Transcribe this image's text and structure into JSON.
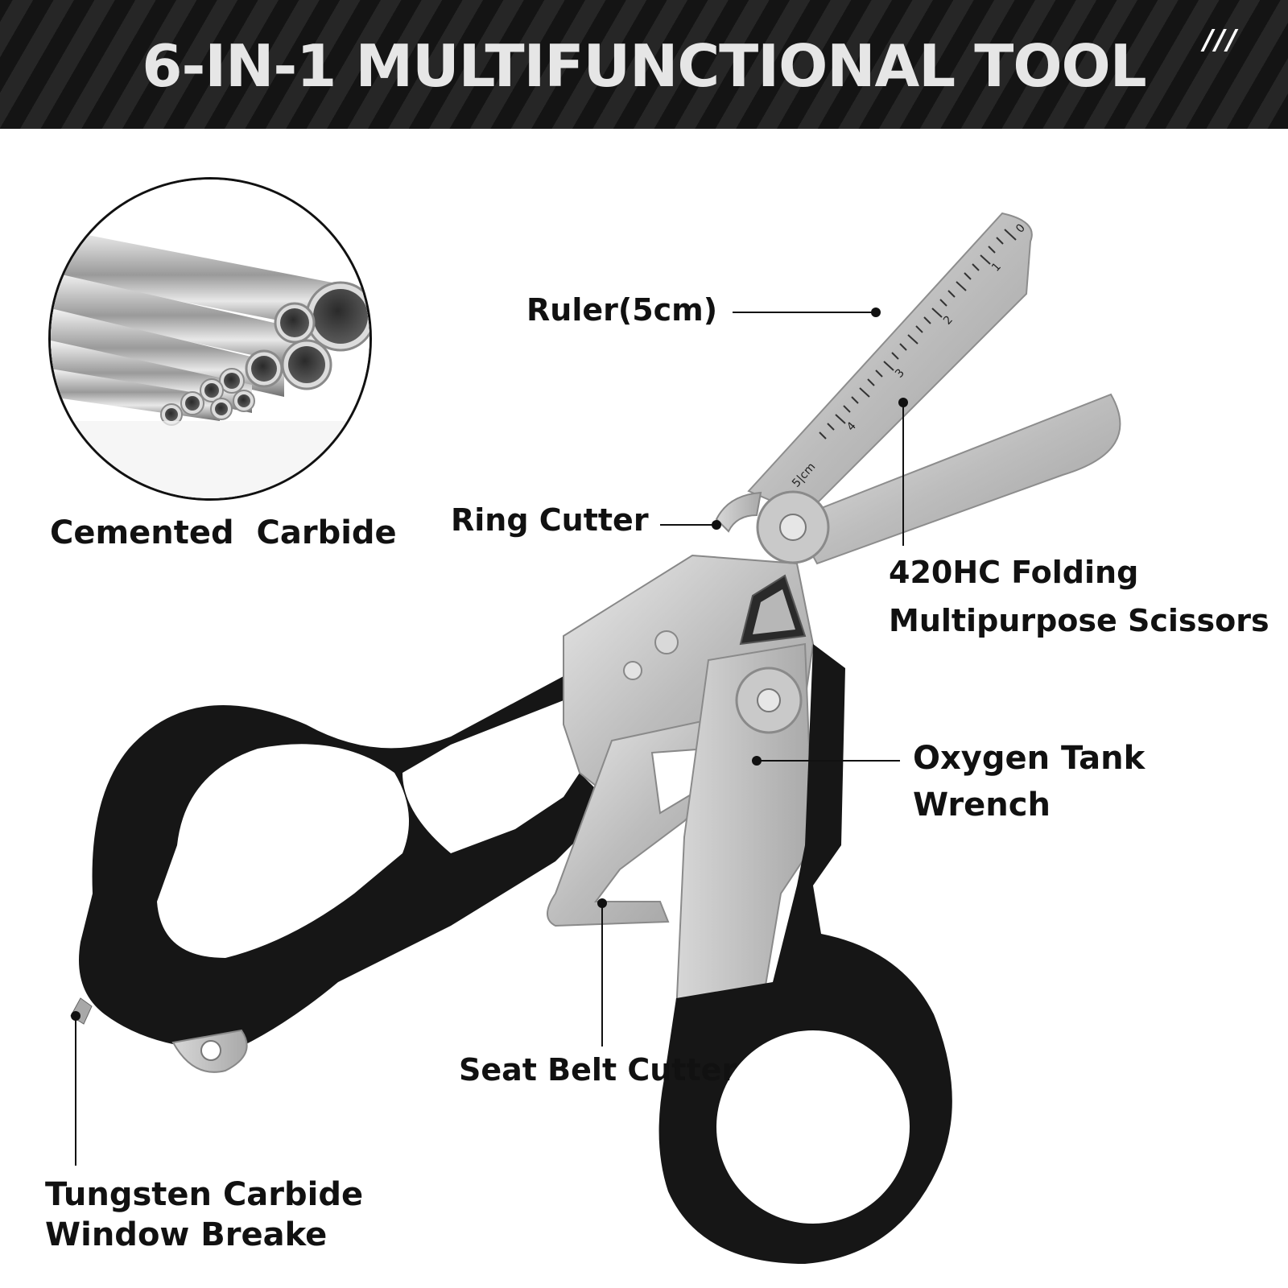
{
  "banner": {
    "title": "6-IN-1 MULTIFUNCTIONAL TOOL",
    "slashes": "///"
  },
  "inset": {
    "caption": "Cemented  Carbide",
    "icon": "steel-tubes-image"
  },
  "callouts": {
    "ruler": "Ruler(5cm)",
    "ring_cutter": "Ring Cutter",
    "scissors_line1": "420HC Folding",
    "scissors_line2": "Multipurpose Scissors",
    "wrench_line1": "Oxygen Tank",
    "wrench_line2": "Wrench",
    "seat_belt": "Seat Belt Cutter",
    "breaker_line1": "Tungsten Carbide",
    "breaker_line2": "Window Breake"
  },
  "ruler_marks": [
    "0",
    "1",
    "2",
    "3",
    "4",
    "5|cm"
  ],
  "colors": {
    "handle": "#161616",
    "steel": "#c4c4c4",
    "banner": "#1a1a1a"
  }
}
